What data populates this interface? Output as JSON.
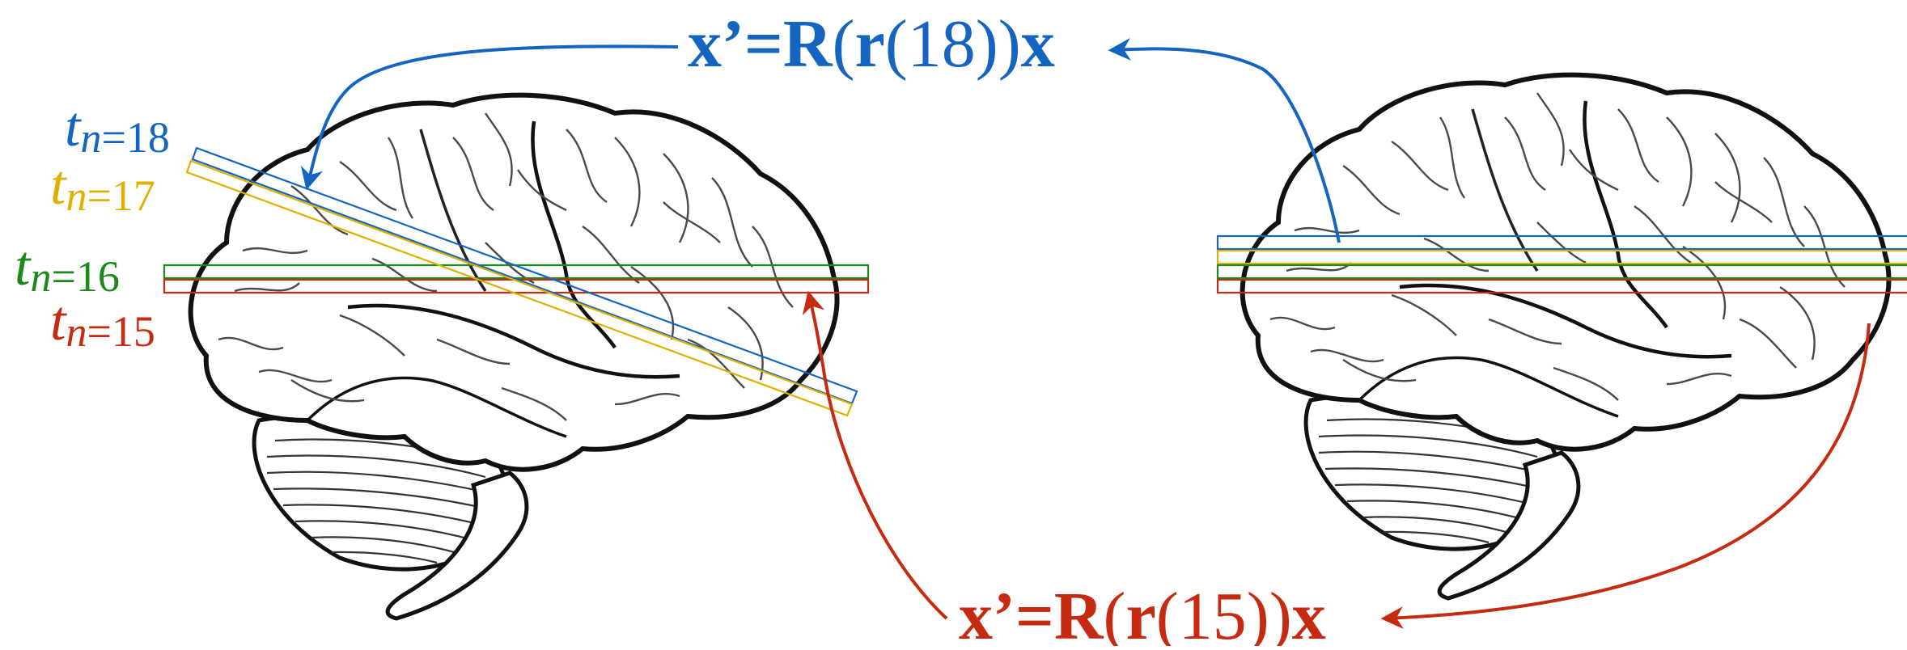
{
  "colors": {
    "blue": "#1565c0",
    "yellow": "#e0b000",
    "green": "#1b8a1b",
    "red": "#c62a10",
    "outline": "#111111",
    "sulci": "#4a4a4a"
  },
  "slice_labels": [
    {
      "base": "t",
      "sub": "n",
      "eq": "=18",
      "color_key": "blue"
    },
    {
      "base": "t",
      "sub": "n",
      "eq": "=17",
      "color_key": "yellow"
    },
    {
      "base": "t",
      "sub": "n",
      "eq": "=16",
      "color_key": "green"
    },
    {
      "base": "t",
      "sub": "n",
      "eq": "=15",
      "color_key": "red"
    }
  ],
  "equations": {
    "top": {
      "lhs": "x’=",
      "R": "R",
      "open1": "(",
      "r": "r",
      "arg": "(18)",
      "close": ")",
      "x": "x",
      "color_key": "blue"
    },
    "bottom": {
      "lhs": "x’=",
      "R": "R",
      "open1": "(",
      "r": "r",
      "arg": "(15)",
      "close": ")",
      "x": "x",
      "color_key": "red"
    }
  },
  "icons": [
    "brain-left-icon",
    "brain-right-icon"
  ]
}
